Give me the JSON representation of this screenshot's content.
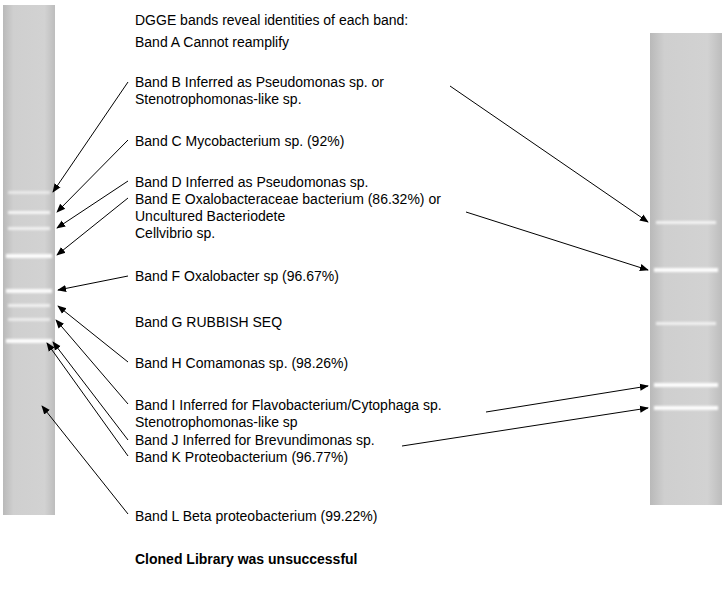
{
  "diagram": {
    "title": "DGGE bands reveal identities of each band:",
    "caption": "Cloned Library was unsuccessful",
    "labels": [
      "Band A Cannot reamplify",
      "Band B Inferred as Pseudomonas sp. or",
      "Stenotrophomonas-like sp.",
      "Band C Mycobacterium sp. (92%)",
      "Band D Inferred as Pseudomonas sp.",
      "Band E Oxalobacteraceae bacterium (86.32%) or",
      "Uncultured Bacteriodete",
      "Cellvibrio sp.",
      "Band F Oxalobacter sp (96.67%)",
      "Band G RUBBISH SEQ",
      "Band H Comamonas sp. (98.26%)",
      "Band I Inferred for Flavobacterium/Cytophaga sp.",
      "Stenotrophomonas-like sp",
      "Band J Inferred for Brevundimonas sp.",
      "Band K Proteobacterium  (96.77%)",
      "Band L Beta proteobacterium (99.22%)"
    ]
  }
}
